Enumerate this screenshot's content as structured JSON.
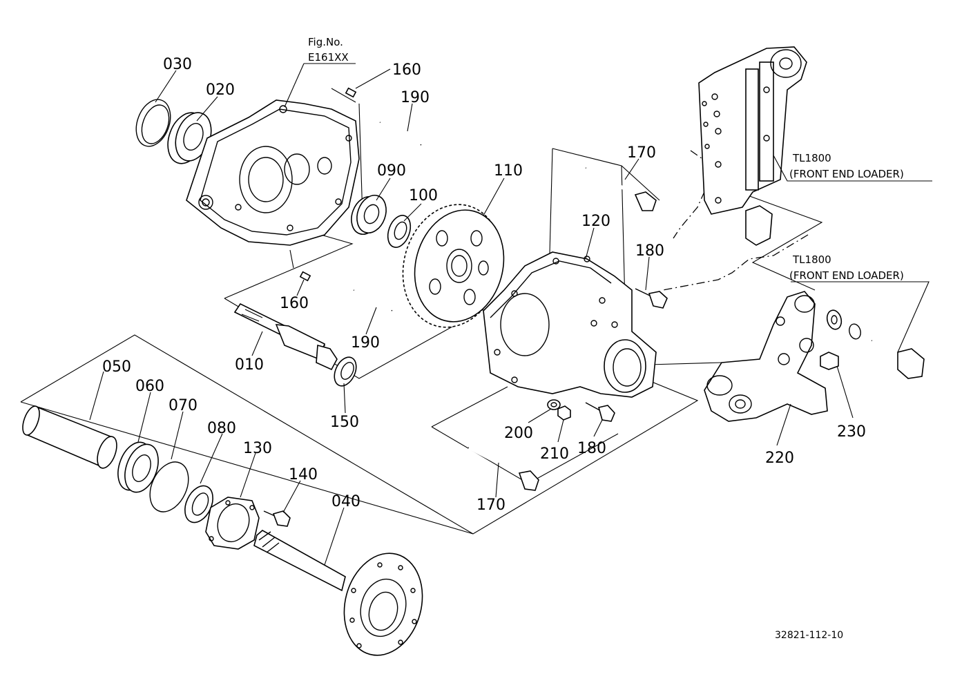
{
  "fig_ref": {
    "line1": "Fig.No.",
    "line2": "E161XX"
  },
  "notes": {
    "upper": {
      "line1": "TL1800",
      "line2": "(FRONT END LOADER)"
    },
    "lower": {
      "line1": "TL1800",
      "line2": "(FRONT END LOADER)"
    }
  },
  "doc_id": "32821-112-10",
  "part_labels": {
    "p010": "010",
    "p020": "020",
    "p030": "030",
    "p040": "040",
    "p050": "050",
    "p060": "060",
    "p070": "070",
    "p080": "080",
    "p090": "090",
    "p100": "100",
    "p110": "110",
    "p120": "120",
    "p130": "130",
    "p140": "140",
    "p150": "150",
    "p160a": "160",
    "p160b": "160",
    "p170a": "170",
    "p170b": "170",
    "p180a": "180",
    "p180b": "180",
    "p190a": "190",
    "p190b": "190",
    "p200": "200",
    "p210": "210",
    "p220": "220",
    "p230": "230"
  }
}
